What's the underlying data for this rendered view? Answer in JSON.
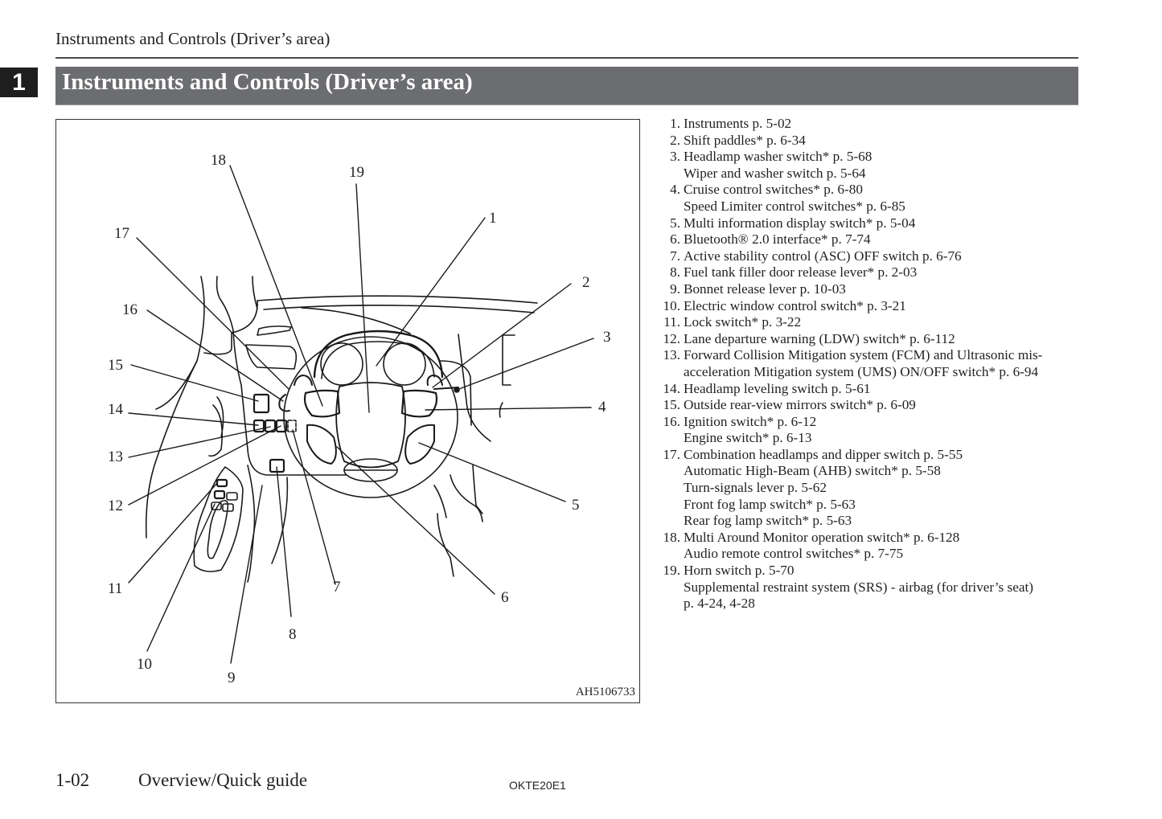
{
  "header": {
    "running_title": "Instruments and Controls (Driver’s area)",
    "chapter_number": "1",
    "section_title": "Instruments and Controls (Driver’s area)"
  },
  "figure": {
    "code": "AH5106733",
    "callouts": [
      "1",
      "2",
      "3",
      "4",
      "5",
      "6",
      "7",
      "8",
      "9",
      "10",
      "11",
      "12",
      "13",
      "14",
      "15",
      "16",
      "17",
      "18",
      "19"
    ]
  },
  "legend": [
    {
      "num": "1.",
      "lines": [
        "Instruments p. 5-02"
      ]
    },
    {
      "num": "2.",
      "lines": [
        "Shift paddles* p. 6-34"
      ]
    },
    {
      "num": "3.",
      "lines": [
        "Headlamp washer switch* p. 5-68",
        "Wiper and washer switch p. 5-64"
      ]
    },
    {
      "num": "4.",
      "lines": [
        "Cruise control switches* p. 6-80",
        "Speed Limiter control switches* p. 6-85"
      ]
    },
    {
      "num": "5.",
      "lines": [
        "Multi information display switch* p. 5-04"
      ]
    },
    {
      "num": "6.",
      "lines": [
        "Bluetooth® 2.0 interface* p. 7-74"
      ]
    },
    {
      "num": "7.",
      "lines": [
        "Active stability control (ASC) OFF switch p. 6-76"
      ]
    },
    {
      "num": "8.",
      "lines": [
        "Fuel tank filler door release lever* p. 2-03"
      ]
    },
    {
      "num": "9.",
      "lines": [
        "Bonnet release lever p. 10-03"
      ]
    },
    {
      "num": "10.",
      "lines": [
        "Electric window control switch* p. 3-21"
      ]
    },
    {
      "num": "11.",
      "lines": [
        "Lock switch* p. 3-22"
      ]
    },
    {
      "num": "12.",
      "lines": [
        "Lane departure warning (LDW) switch* p. 6-112"
      ]
    },
    {
      "num": "13.",
      "lines": [
        "Forward Collision Mitigation system (FCM) and Ultrasonic mis-",
        "acceleration Mitigation system (UMS) ON/OFF switch* p. 6-94"
      ]
    },
    {
      "num": "14.",
      "lines": [
        "Headlamp leveling switch p. 5-61"
      ]
    },
    {
      "num": "15.",
      "lines": [
        "Outside rear-view mirrors switch* p. 6-09"
      ]
    },
    {
      "num": "16.",
      "lines": [
        "Ignition switch* p. 6-12",
        "Engine switch* p. 6-13"
      ]
    },
    {
      "num": "17.",
      "lines": [
        "Combination headlamps and dipper switch p. 5-55",
        "Automatic High-Beam (AHB) switch* p. 5-58",
        "Turn-signals lever p. 5-62",
        "Front fog lamp switch* p. 5-63",
        "Rear fog lamp switch* p. 5-63"
      ]
    },
    {
      "num": "18.",
      "lines": [
        "Multi Around Monitor operation switch* p. 6-128",
        "Audio remote control switches* p. 7-75"
      ]
    },
    {
      "num": "19.",
      "lines": [
        "Horn switch p. 5-70",
        "Supplemental restraint system (SRS) - airbag (for driver’s seat)",
        "p. 4-24, 4-28"
      ]
    }
  ],
  "footer": {
    "page_number": "1-02",
    "section": "Overview/Quick guide",
    "doc_code": "OKTE20E1"
  }
}
